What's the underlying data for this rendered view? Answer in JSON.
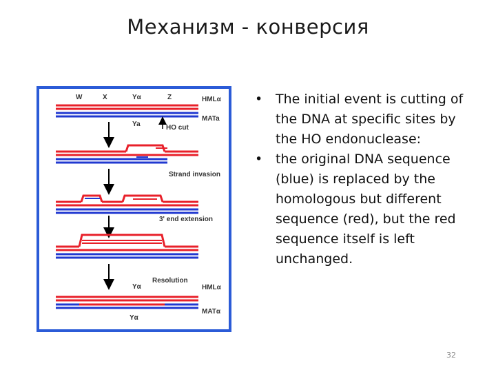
{
  "slide": {
    "title": "Механизм - конверсия",
    "page_number": "32"
  },
  "diagram": {
    "labels": {
      "w": "W",
      "x": "X",
      "y_alpha_top": "Yα",
      "z": "Z",
      "hml_top": "HMLα",
      "ya": "Ya",
      "ho_cut": "HO cut",
      "mata": "MATa",
      "strand_invasion": "Strand invasion",
      "end_extension": "3' end extension",
      "resolution": "Resolution",
      "y_alpha_mid": "Yα",
      "hml_bottom": "HMLα",
      "mat_alpha": "MATα",
      "y_alpha_bottom": "Yα"
    },
    "colors": {
      "border": "#2b5bd7",
      "donor": "#e8202a",
      "recipient": "#2038d0",
      "arrow": "#000000"
    }
  },
  "bullets": [
    "The initial event is cutting of the DNA at specific sites by the HO endonuclease:",
    "the original DNA sequence (blue) is replaced by the homologous but different sequence (red), but the red sequence itself is left unchanged."
  ],
  "bullet_symbol": "•"
}
